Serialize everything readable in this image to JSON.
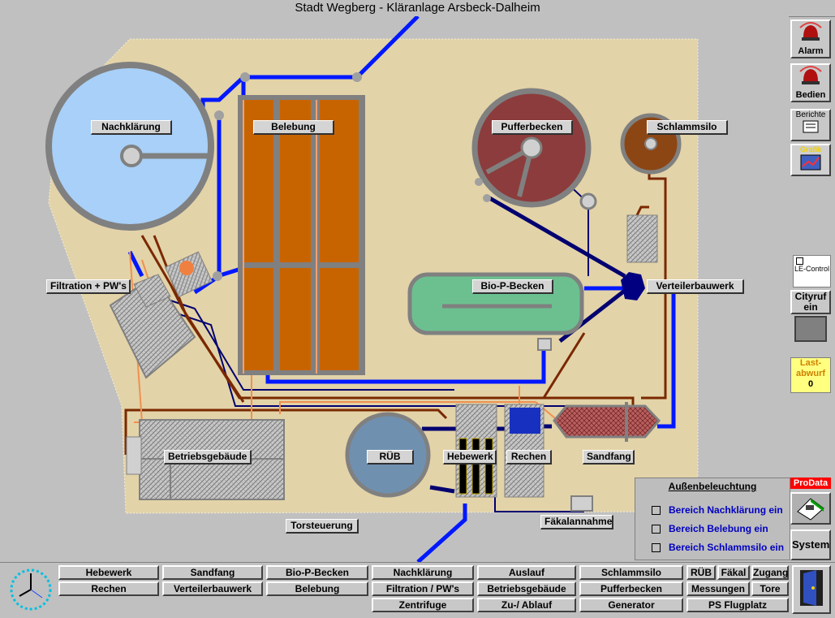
{
  "title": "Stadt Wegberg - Kläranlage Arsbeck-Dalheim",
  "right_panel": {
    "alarm": "Alarm",
    "bedien": "Bedien",
    "berichte": "Berichte",
    "grafik": "Grafik",
    "le_control": "LE-Control",
    "cityruf_1": "Cityruf",
    "cityruf_2": "ein",
    "lastabwurf_1": "Last-",
    "lastabwurf_2": "abwurf",
    "lastabwurf_value": "0",
    "prodata": "ProData",
    "system": "System"
  },
  "plant_labels": {
    "nachklaerung": "Nachklärung",
    "belebung": "Belebung",
    "pufferbecken": "Pufferbecken",
    "schlammsilo": "Schlammsilo",
    "filtration": "Filtration + PW's",
    "bio_p": "Bio-P-Becken",
    "verteilerbauwerk": "Verteilerbauwerk",
    "betriebsgebaeude": "Betriebsgebäude",
    "rueb": "RÜB",
    "hebewerk": "Hebewerk",
    "rechen": "Rechen",
    "sandfang": "Sandfang",
    "torsteuerung": "Torsteuerung",
    "faekalannahme": "Fäkalannahme"
  },
  "aussenbeleuchtung": {
    "title": "Außenbeleuchtung",
    "items": [
      "Bereich Nachklärung ein",
      "Bereich Belebung ein",
      "Bereich Schlammsilo ein"
    ]
  },
  "nav": {
    "row1": [
      "Hebewerk",
      "Sandfang",
      "Bio-P-Becken",
      "Nachklärung",
      "Auslauf",
      "Schlammsilo",
      "RÜB",
      "Fäkal",
      "Zugang"
    ],
    "row2": [
      "Rechen",
      "Verteilerbauwerk",
      "Belebung",
      "Filtration / PW's",
      "Betriebsgebäude",
      "Pufferbecken",
      "Messungen",
      "Tore"
    ],
    "row3": [
      "Zentrifuge",
      "Zu-/ Ablauf",
      "Generator",
      "PS Flugplatz"
    ]
  },
  "colors": {
    "ground": "#e3d3a8",
    "water_light": "#a8d0f8",
    "belebung": "#c86400",
    "pufferbecken": "#8c3c3c",
    "schlammsilo": "#8c4614",
    "bio_p": "#6cc090",
    "pipe_blue": "#0018ff",
    "pipe_navy": "#000070",
    "pipe_brown": "#7a2800",
    "pipe_orange": "#f09050"
  }
}
